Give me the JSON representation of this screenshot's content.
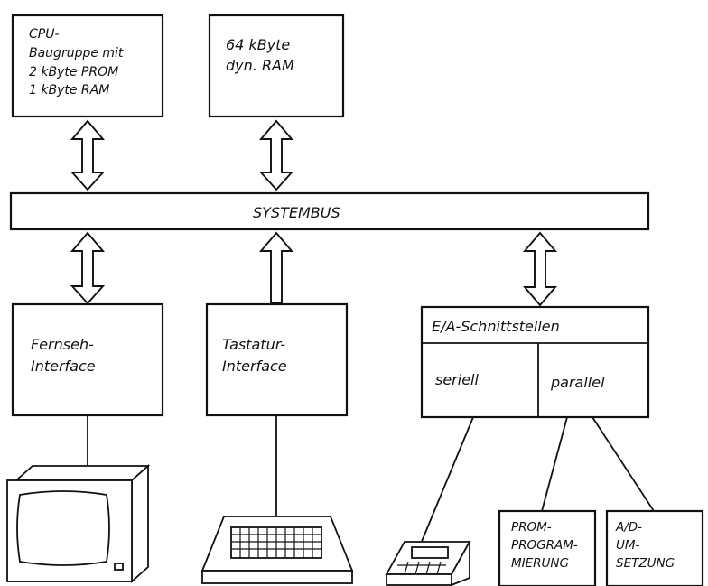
{
  "cpu_box": {
    "lines": [
      "CPU-",
      "Baugruppe mit",
      "2 kByte PROM",
      "1 kByte RAM"
    ]
  },
  "ram_box": {
    "lines": [
      "64 kByte",
      "dyn. RAM"
    ]
  },
  "systembus": {
    "label": "SYSTEMBUS"
  },
  "tv_interface": {
    "lines": [
      "Fernseh-",
      "Interface"
    ]
  },
  "keyboard_interface": {
    "lines": [
      "Tastatur-",
      "Interface"
    ]
  },
  "io_interfaces": {
    "title": "E/A-Schnittstellen",
    "serial": "seriell",
    "parallel": "parallel"
  },
  "prom_box": {
    "lines": [
      "PROM-",
      "PROGRAM-",
      "MIERUNG"
    ]
  },
  "ad_box": {
    "lines": [
      "A/D-",
      "UM-",
      "SETZUNG"
    ]
  },
  "icons": [
    "monitor-icon",
    "keyboard-icon",
    "cassette-recorder-icon"
  ]
}
